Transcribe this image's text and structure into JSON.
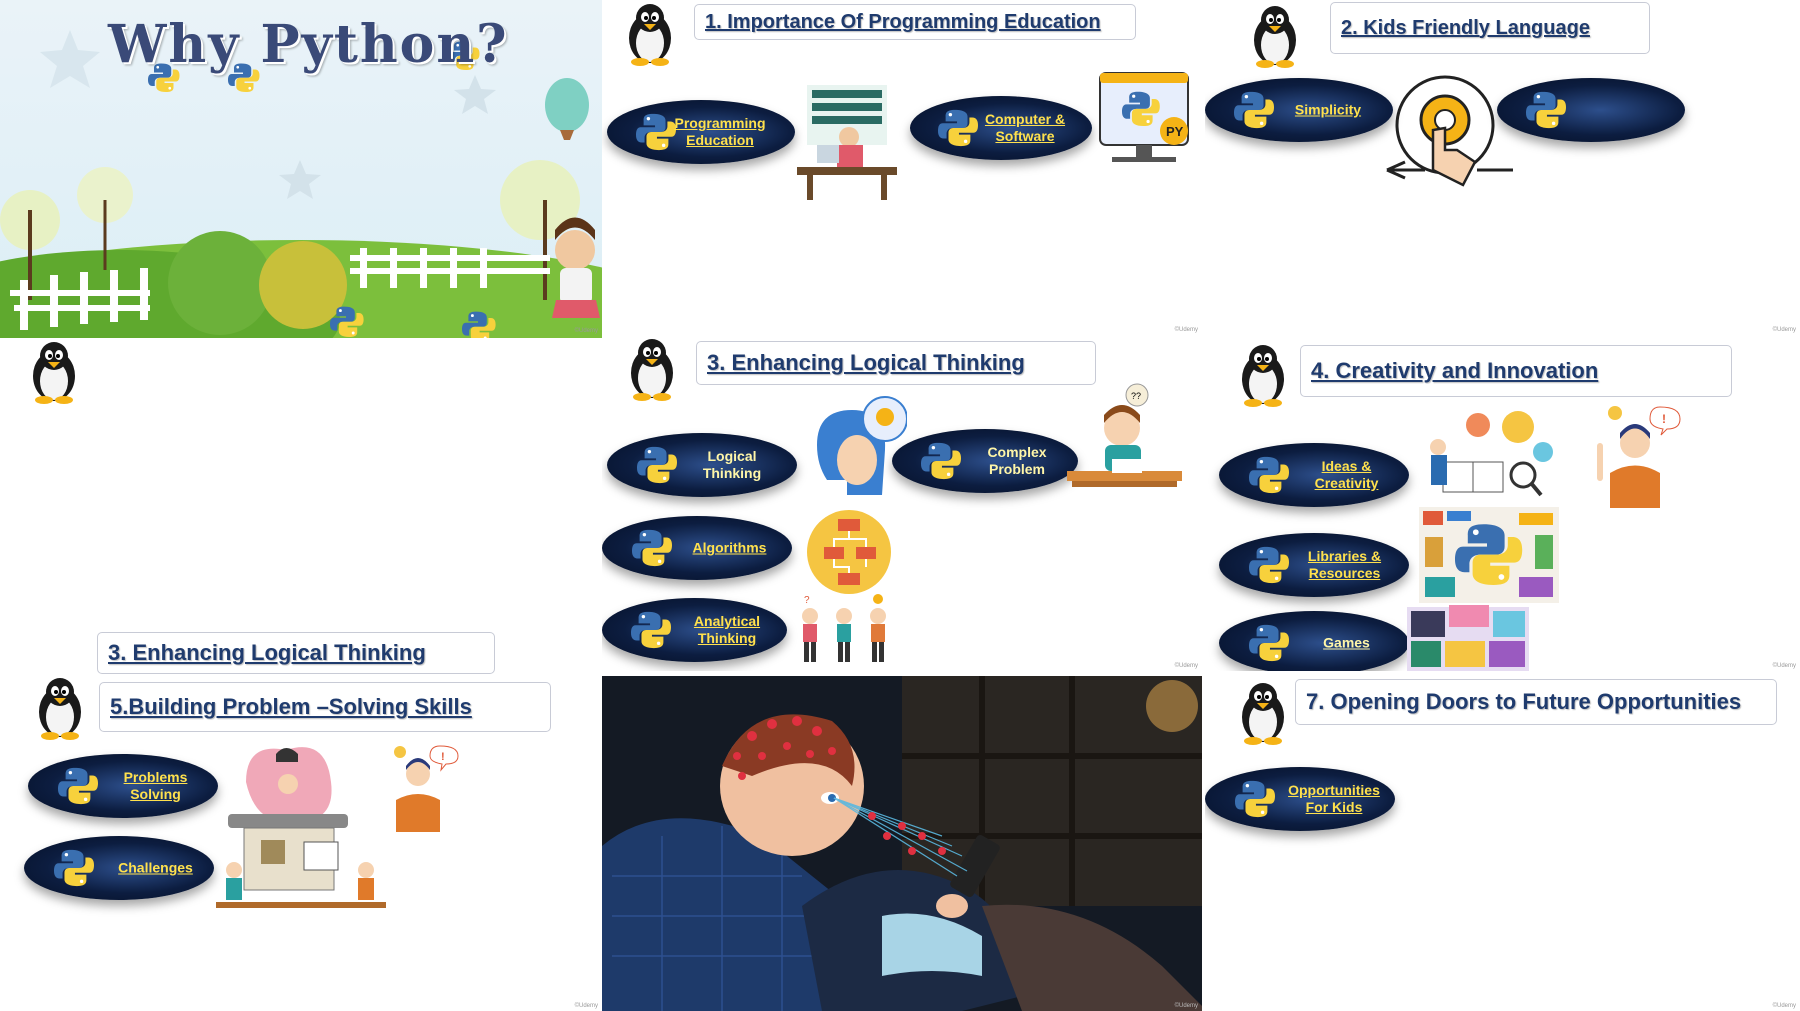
{
  "title_slide": {
    "title": "Why Python?"
  },
  "slide1": {
    "heading": "1. Importance Of Programming Education",
    "pills": [
      "Programming Education",
      "Computer & Software"
    ]
  },
  "slide2": {
    "heading": "2.  Kids Friendly Language",
    "pills": [
      "Simplicity",
      ""
    ]
  },
  "slide3": {
    "heading": "3.  Enhancing Logical Thinking",
    "pills": [
      "Logical Thinking",
      "Complex Problem",
      "Algorithms",
      "Analytical Thinking"
    ]
  },
  "slide4": {
    "heading": "4.  Creativity and Innovation",
    "pills": [
      "Ideas & Creativity",
      "Libraries & Resources",
      "Games"
    ]
  },
  "slide5": {
    "heading_back": "3.  Enhancing Logical Thinking",
    "heading": "5.Building Problem –Solving  Skills",
    "pills": [
      "Problems Solving",
      "Challenges"
    ]
  },
  "slide7": {
    "heading": "7.  Opening Doors to Future Opportunities",
    "pills": [
      "Opportunities For Kids"
    ]
  },
  "watermark": "©Udemy",
  "colors": {
    "heading_text": "#1f3b6e",
    "pill_bg": "#0c1d40",
    "pill_text": "#ffe14d",
    "python_blue": "#3a6fb0",
    "python_yellow": "#f7d13c"
  }
}
